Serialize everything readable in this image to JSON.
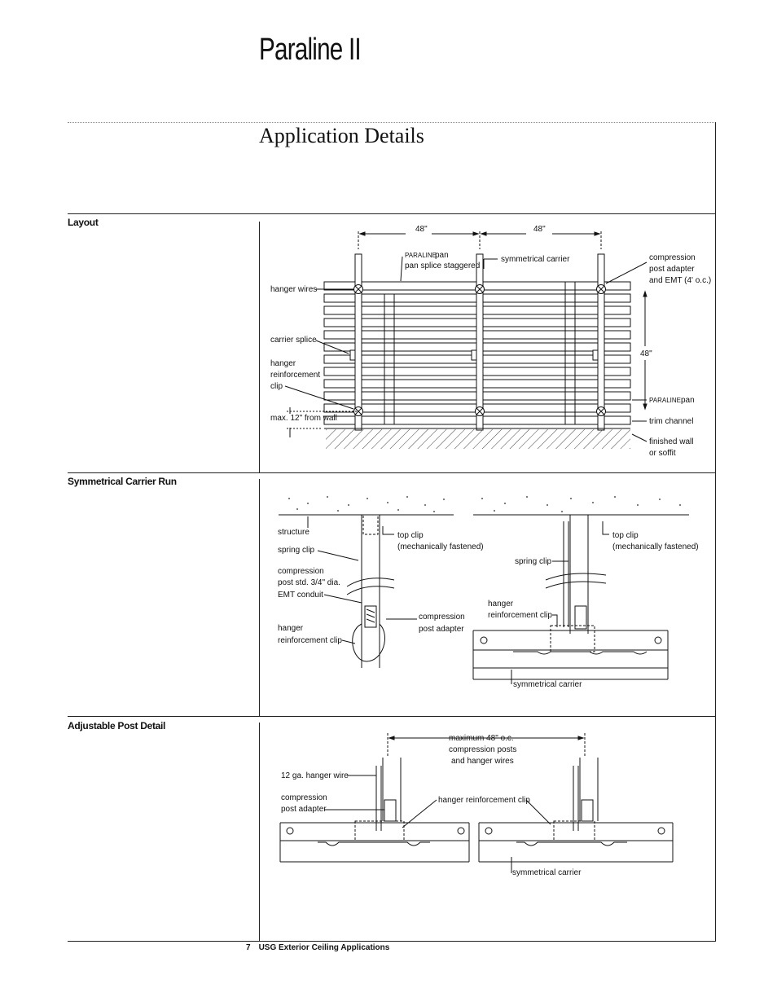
{
  "page": {
    "title": "Paraline II",
    "section_title": "Application Details",
    "footer": {
      "page_number": "7",
      "text": "USG Exterior Ceiling Applications"
    }
  },
  "layout": {
    "heading": "Layout",
    "dim_top_1": "48\"",
    "dim_top_2": "48\"",
    "dim_right": "48\"",
    "pan_splice": "pan splice staggered",
    "paraline_word": "PARALINE",
    "paraline_pan": "pan",
    "symmetrical_carrier": "symmetrical carrier",
    "comp_post_1": "compression",
    "comp_post_2": "post adapter",
    "comp_post_3": "and EMT (4' o.c.)",
    "hanger_wires": "hanger wires",
    "carrier_splice": "carrier splice",
    "hrc_1": "hanger",
    "hrc_2": "reinforcement",
    "hrc_3": "clip",
    "max_wall": "max. 12\" from wall",
    "trim_channel": "trim channel",
    "finished_1": "finished wall",
    "finished_2": "or soffit"
  },
  "carrier_run": {
    "heading": "Symmetrical Carrier Run",
    "structure": "structure",
    "spring_clip": "spring clip",
    "cp_1": "compression",
    "cp_2": "post std. 3/4\" dia.",
    "cp_3": "EMT conduit",
    "hrc_1": "hanger",
    "hrc_2": "reinforcement clip",
    "top_clip_1": "top clip",
    "top_clip_2": "(mechanically fastened)",
    "cpa_1": "compression",
    "cpa_2": "post adapter",
    "r_spring_clip": "spring clip",
    "r_hrc_1": "hanger",
    "r_hrc_2": "reinforcement clip",
    "r_top_clip_1": "top clip",
    "r_top_clip_2": "(mechanically fastened)",
    "sym_carrier": "symmetrical carrier"
  },
  "post_detail": {
    "heading": "Adjustable Post Detail",
    "max_1": "maximum 48\" o.c.",
    "max_2": "compression posts",
    "max_3": "and hanger wires",
    "hanger_wire": "12 ga. hanger wire",
    "cpa_1": "compression",
    "cpa_2": "post adapter",
    "hrc": "hanger reinforcement clip",
    "sym_carrier": "symmetrical carrier"
  }
}
